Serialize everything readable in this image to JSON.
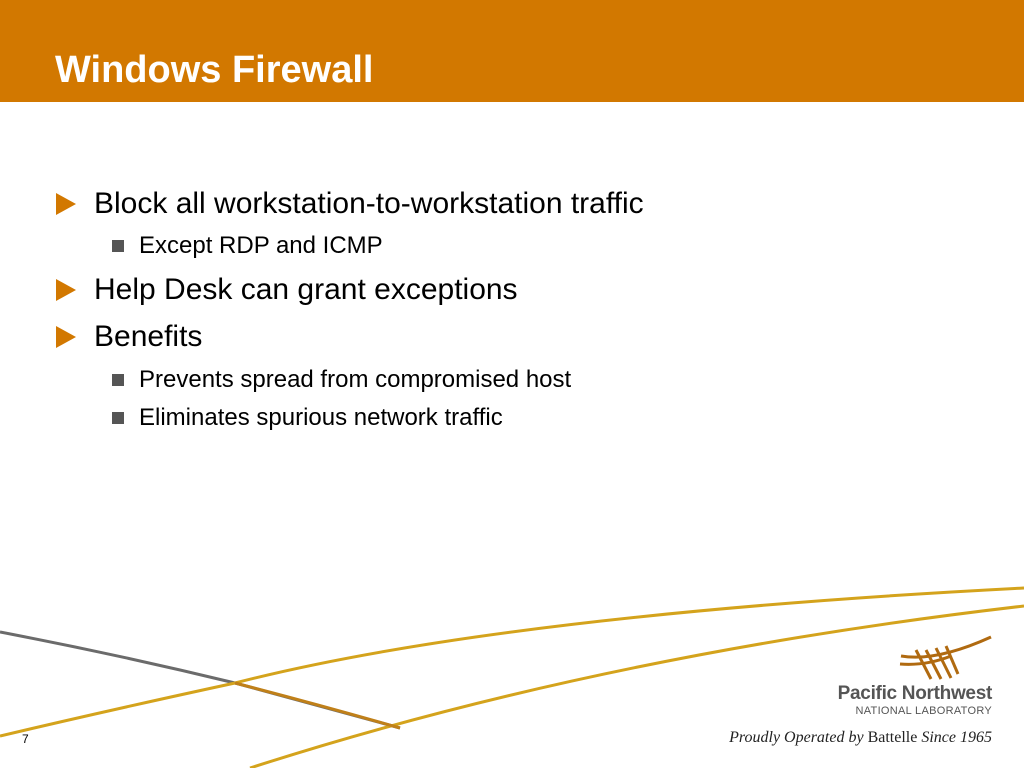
{
  "slide": {
    "title": "Windows Firewall",
    "page_number": "7"
  },
  "bullets": [
    {
      "text": "Block all workstation-to-workstation traffic",
      "sub": [
        "Except RDP and ICMP"
      ]
    },
    {
      "text": "Help Desk can grant exceptions",
      "sub": []
    },
    {
      "text": "Benefits",
      "sub": [
        "Prevents spread from compromised host",
        "Eliminates spurious network traffic"
      ]
    }
  ],
  "footer": {
    "logo_name": "Pacific Northwest",
    "logo_sub": "NATIONAL LABORATORY",
    "tagline_prefix": "Proudly Operated by",
    "tagline_brand": "Battelle",
    "tagline_suffix": "Since 1965"
  },
  "colors": {
    "accent": "#d27800",
    "gold": "#d4a31c",
    "gray_line": "#6b6b6b"
  }
}
